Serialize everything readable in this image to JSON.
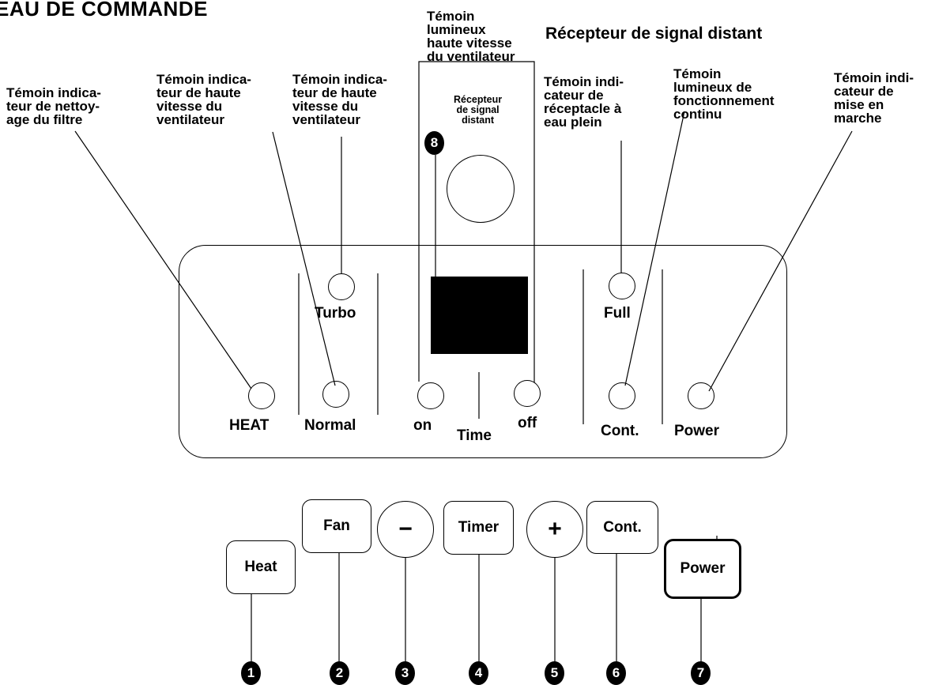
{
  "title": "EAU DE COMMANDE",
  "top_labels": {
    "fan_high_speed_light": "Témoin\nlumineux\nhaute vitesse\ndu ventilateur",
    "remote_receiver_title": "Récepteur de signal distant",
    "filter_clean": "Témoin indica-\nteur de nettoy-\nage du filtre",
    "fan_high_speed_1": "Témoin indica-\nteur de haute\nvitesse du\nventilateur",
    "fan_high_speed_2": "Témoin indica-\nteur de haute\nvitesse du\nventilateur",
    "receiver_small": "Récepteur\nde signal\ndistant",
    "water_full": "Témoin indi-\ncateur de\nréceptacle à\neau plein",
    "continuous": "Témoin\nlumineux de\nfonctionnement\ncontinu",
    "power_on": "Témoin indi-\ncateur de\nmise en\nmarche"
  },
  "panel_labels": {
    "turbo": "Turbo",
    "heat": "HEAT",
    "normal": "Normal",
    "on": "on",
    "time": "Time",
    "off": "off",
    "full": "Full",
    "cont": "Cont.",
    "power": "Power"
  },
  "buttons": {
    "heat": "Heat",
    "fan": "Fan",
    "minus": "−",
    "timer": "Timer",
    "plus": "+",
    "cont": "Cont.",
    "power": "Power"
  },
  "callouts": [
    "1",
    "2",
    "3",
    "4",
    "5",
    "6",
    "7",
    "8"
  ]
}
